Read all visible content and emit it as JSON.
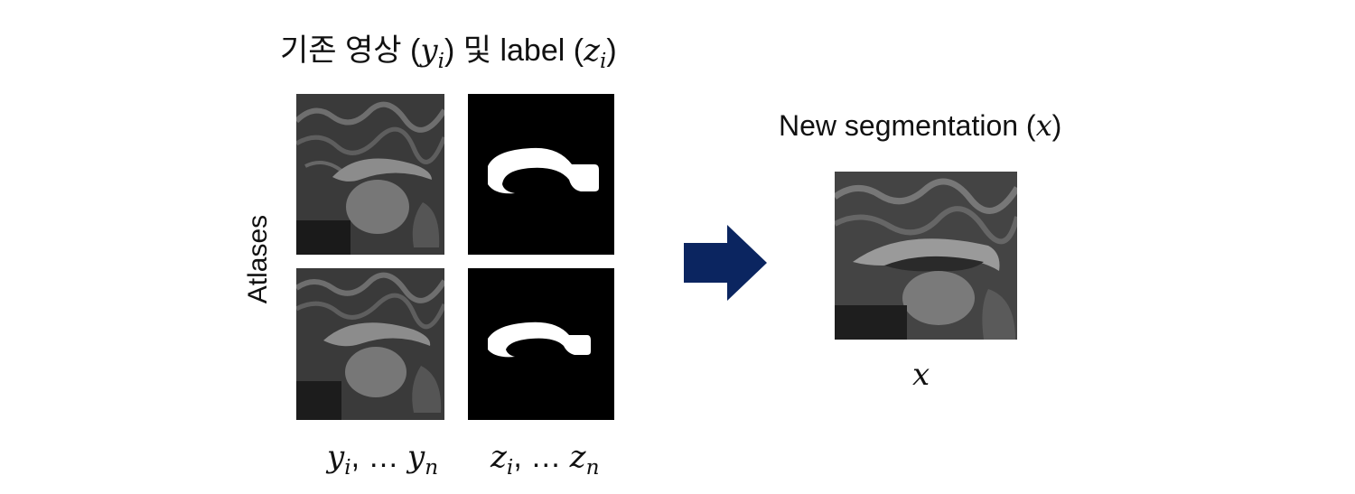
{
  "title_left": {
    "prefix": "기존 영상 (",
    "y_var": "y",
    "y_sub": "i",
    "middle": ") 및 label (",
    "z_var": "z",
    "z_sub": "i",
    "suffix": ")"
  },
  "title_right": {
    "prefix": "New segmentation (",
    "x_var": "x",
    "suffix": ")"
  },
  "side_label": "Atlases",
  "caption_atlas_images": {
    "var1": "y",
    "sub1": "i",
    "mid": ", … ",
    "var2": "y",
    "sub2": "n"
  },
  "caption_atlas_labels": {
    "var1": "z",
    "sub1": "i",
    "mid": ", … ",
    "var2": "z",
    "sub2": "n"
  },
  "caption_target": "x",
  "colors": {
    "arrow": "#0b2560",
    "label_background": "#000000",
    "label_foreground": "#ffffff"
  }
}
